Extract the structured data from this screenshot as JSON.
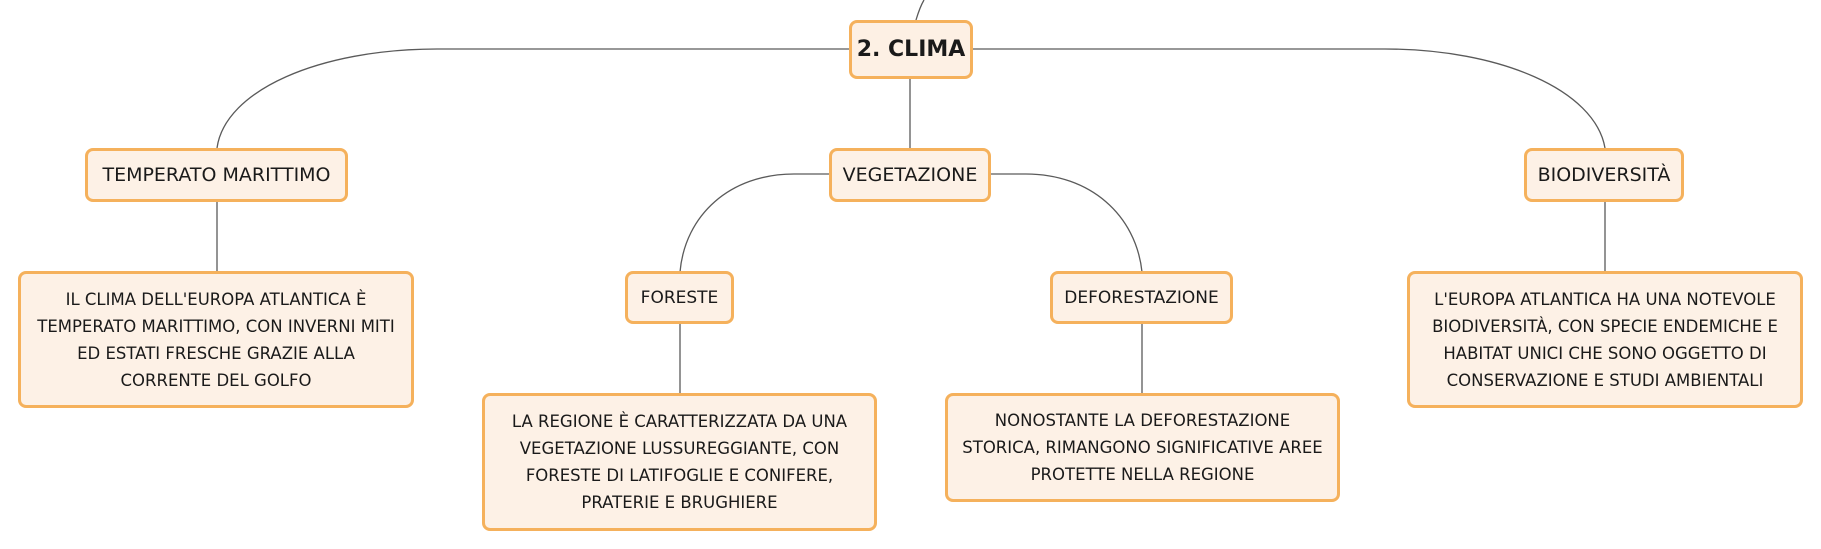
{
  "diagram": {
    "root": {
      "label": "2. CLIMA"
    },
    "branches": [
      {
        "label": "TEMPERATO MARITTIMO",
        "details": "IL CLIMA DELL'EUROPA ATLANTICA È TEMPERATO MARITTIMO, CON INVERNI MITI ED ESTATI FRESCHE GRAZIE ALLA CORRENTE DEL GOLFO"
      },
      {
        "label": "VEGETAZIONE",
        "children": [
          {
            "label": "FORESTE",
            "details": "LA REGIONE È CARATTERIZZATA DA UNA VEGETAZIONE LUSSUREGGIANTE, CON FORESTE DI LATIFOGLIE E CONIFERE, PRATERIE E BRUGHIERE"
          },
          {
            "label": "DEFORESTAZIONE",
            "details": "NONOSTANTE LA DEFORESTAZIONE STORICA, RIMANGONO SIGNIFICATIVE AREE PROTETTE NELLA REGIONE"
          }
        ]
      },
      {
        "label": "BIODIVERSITÀ",
        "details": "L'EUROPA ATLANTICA HA UNA NOTEVOLE BIODIVERSITÀ, CON SPECIE ENDEMICHE E HABITAT UNICI CHE SONO OGGETTO DI CONSERVAZIONE E STUDI AMBIENTALI"
      }
    ]
  },
  "colors": {
    "node_border": "#f5b15c",
    "node_fill": "#fdf1e6",
    "connector": "#5a5a5a",
    "text": "#1a1a1a"
  }
}
